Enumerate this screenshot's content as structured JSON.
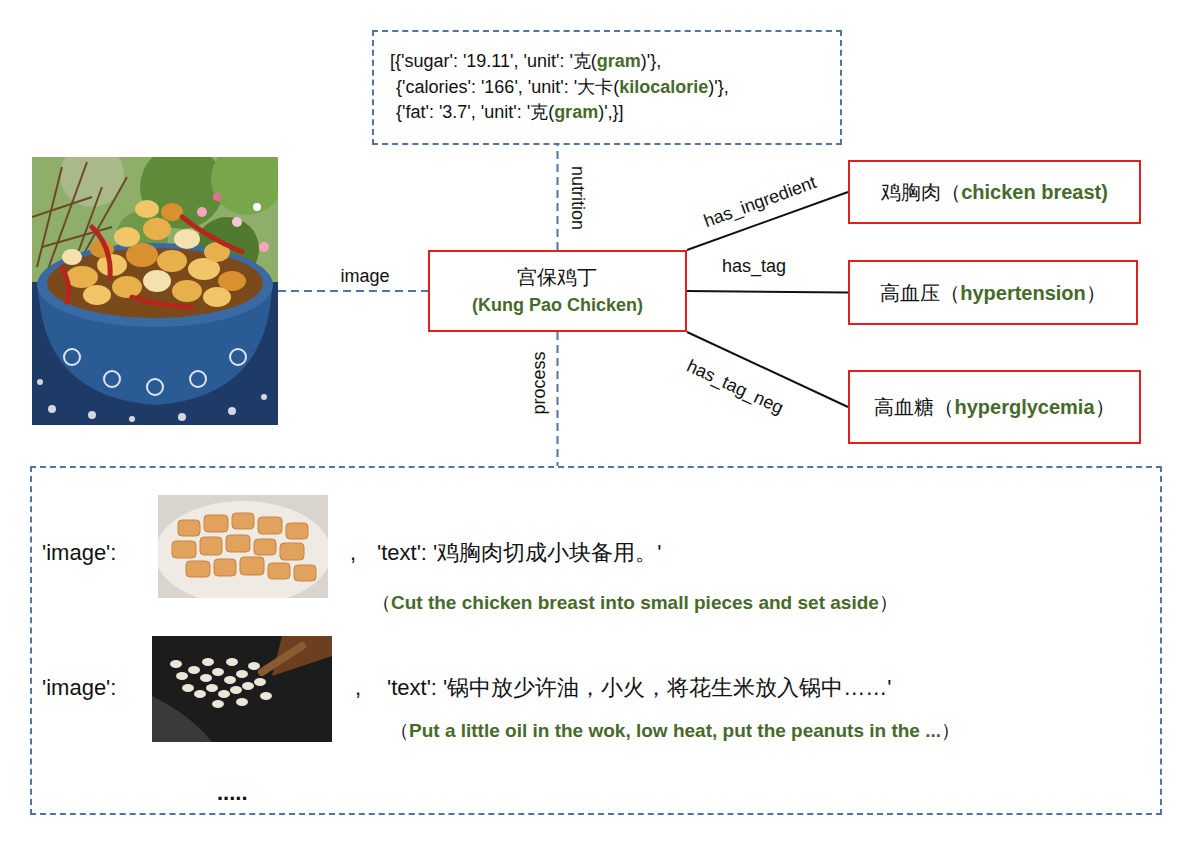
{
  "diagram": {
    "nodes": [
      {
        "text": [
          "[{'sugar': '19.11', 'unit': '克(gram)'},",
          "{'calories': '166', 'unit': '大卡(kilocalorie)'},",
          "{'fat': '3.7', 'unit': '克(gram)',}]"
        ]
      },
      {
        "text": [
          "宫保鸡丁",
          "(Kung Pao Chicken)"
        ]
      },
      {
        "text": [
          "鸡胸肉（chicken breast)"
        ]
      },
      {
        "text": [
          "高血压（hypertension）"
        ]
      },
      {
        "text": [
          "高血糖（hyperglycemia）"
        ]
      },
      {
        "text": [
          "'image':",
          ",",
          "'text': '鸡胸肉切成小块备用。'",
          "（Cut the chicken breast into small pieces and set aside）",
          "'image':",
          ",",
          "'text': '锅中放少许油，小火，将花生米放入锅中……'",
          "（Put a little oil in the wok, low heat, put the peanuts in the ...）",
          "....."
        ]
      }
    ],
    "edges": [
      {
        "from": 1,
        "to": 0,
        "label": "nutrition",
        "arrow": "none"
      },
      {
        "from": 1,
        "to": 2,
        "label": "has_ingredient",
        "arrow": "none"
      },
      {
        "from": 1,
        "to": 3,
        "label": "has_tag",
        "arrow": "none"
      },
      {
        "from": 1,
        "to": 4,
        "label": "has_tag_neg",
        "arrow": "none"
      },
      {
        "from": 1,
        "to": 5,
        "label": "process",
        "arrow": "none"
      }
    ],
    "labels": [
      "image"
    ]
  }
}
